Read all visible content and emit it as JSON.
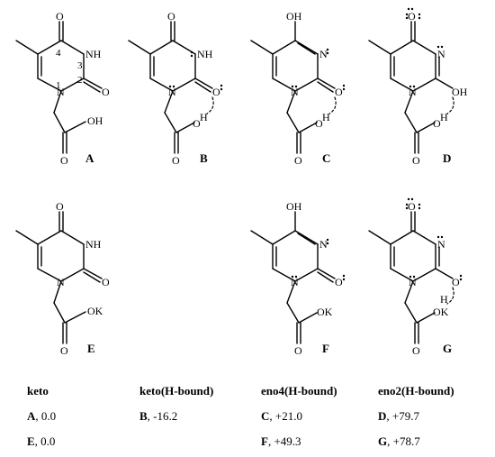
{
  "molecules": {
    "A": {
      "label": "A",
      "ring_numbers": [
        "1",
        "2",
        "3",
        "4"
      ],
      "O_top": "O",
      "O_right": "O",
      "NH": "NH",
      "N1": "N",
      "OH": "OH",
      "O_bottom": "O"
    },
    "B": {
      "label": "B",
      "O_top": "O",
      "NH": "NH",
      "N1": "N",
      "O2": "O",
      "O_acid": "O",
      "H": "H",
      "O_bottom": "O"
    },
    "C": {
      "label": "C",
      "OH_top": "OH",
      "N3": "N",
      "N1": "N",
      "O2": "O",
      "O_acid": "O",
      "H": "H",
      "O_bottom": "O"
    },
    "D": {
      "label": "D",
      "O_top": "O",
      "N3": "N",
      "N1": "N",
      "OH": "OH",
      "O_acid": "O",
      "H": "H",
      "O_bottom": "O"
    },
    "E": {
      "label": "E",
      "O_top": "O",
      "O_right": "O",
      "NH": "NH",
      "N1": "N",
      "OK": "OK",
      "O_bottom": "O"
    },
    "F": {
      "label": "F",
      "OH_top": "OH",
      "N3": "N",
      "N1": "N",
      "O2": "O",
      "OK": "OK",
      "O_bottom": "O"
    },
    "G": {
      "label": "G",
      "O_top": "O",
      "N3": "N",
      "N1": "N",
      "O2": "O",
      "H": "H",
      "OK": "OK",
      "O_bottom": "O"
    }
  },
  "table": {
    "headers": [
      "keto",
      "keto(H-bound)",
      "eno4(H-bound)",
      "eno2(H-bound)"
    ],
    "rows": [
      [
        {
          "label": "A",
          "value": ",   0.0"
        },
        {
          "label": "B",
          "value": ", -16.2"
        },
        {
          "label": "C",
          "value": ", +21.0"
        },
        {
          "label": "D",
          "value": ", +79.7"
        }
      ],
      [
        {
          "label": "E",
          "value": ",   0.0"
        },
        null,
        {
          "label": "F",
          "value": ", +49.3"
        },
        {
          "label": "G",
          "value": ", +78.7"
        }
      ]
    ]
  }
}
